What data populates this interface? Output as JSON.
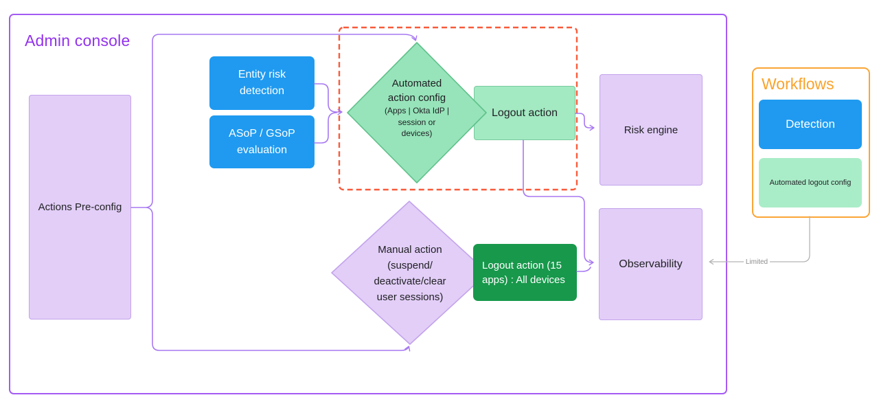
{
  "admin_console": {
    "title": "Admin console"
  },
  "workflows": {
    "title": "Workflows",
    "detection_label": "Detection",
    "auto_logout_label": "Automated logout config"
  },
  "nodes": {
    "actions_preconfig": {
      "label": "Actions Pre-config"
    },
    "entity_risk": {
      "label": "Entity risk detection"
    },
    "asop_eval": {
      "label": "ASoP / GSoP evaluation"
    },
    "automated_diamond": {
      "title_lines": [
        "Automated",
        "action config"
      ],
      "sub_lines": [
        "(Apps | Okta IdP |",
        "session or",
        "devices)"
      ]
    },
    "logout_action": {
      "label": "Logout action"
    },
    "risk_engine": {
      "label": "Risk engine"
    },
    "manual_diamond": {
      "lines": [
        "Manual action",
        "(suspend/",
        "deactivate/clear",
        "user sessions)"
      ]
    },
    "logout_all_devices": {
      "label": "Logout action (15 apps) : All devices"
    },
    "observability": {
      "label": "Observability"
    }
  },
  "connector_labels": {
    "limited": "Limited"
  },
  "colors": {
    "admin_border": "#a45bf3",
    "admin_title": "#9232eb",
    "connector_purple": "#a778f2",
    "connector_gray": "#b3b3b3",
    "lavender_fill": "#e2cef7",
    "lavender_border": "#c3a3ec",
    "blue_fill": "#1f9af0",
    "diamond_green_fill": "#97e4ba",
    "diamond_green_border": "#5fc18a",
    "light_green_fill": "#a3e9c2",
    "dark_green_fill": "#17984b",
    "workflows_orange": "#fba535",
    "dashed_red": "#f75b3b"
  }
}
